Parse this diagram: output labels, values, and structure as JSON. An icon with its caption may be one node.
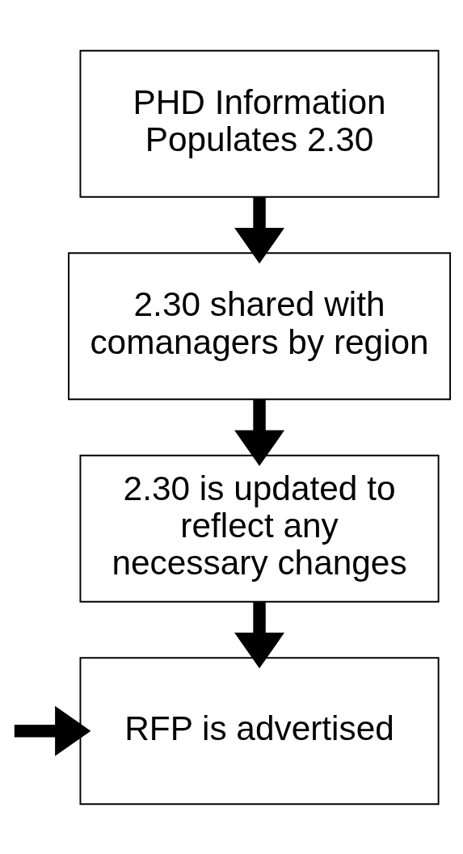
{
  "diagram": {
    "nodes": [
      {
        "text": [
          "PHD Information Populates 2.30"
        ]
      },
      {
        "text": [
          "2.30 shared with comanagers by region"
        ]
      },
      {
        "text": [
          "2.30 is updated to reflect any necessary changes"
        ]
      },
      {
        "text": [
          "RFP is advertised"
        ]
      }
    ],
    "edges": [
      {
        "from": 0,
        "to": 1,
        "arrow": "to"
      },
      {
        "from": 1,
        "to": 2,
        "arrow": "to"
      },
      {
        "from": 2,
        "to": 3,
        "arrow": "to"
      },
      {
        "from": null,
        "to": 3,
        "arrow": "to"
      }
    ]
  }
}
